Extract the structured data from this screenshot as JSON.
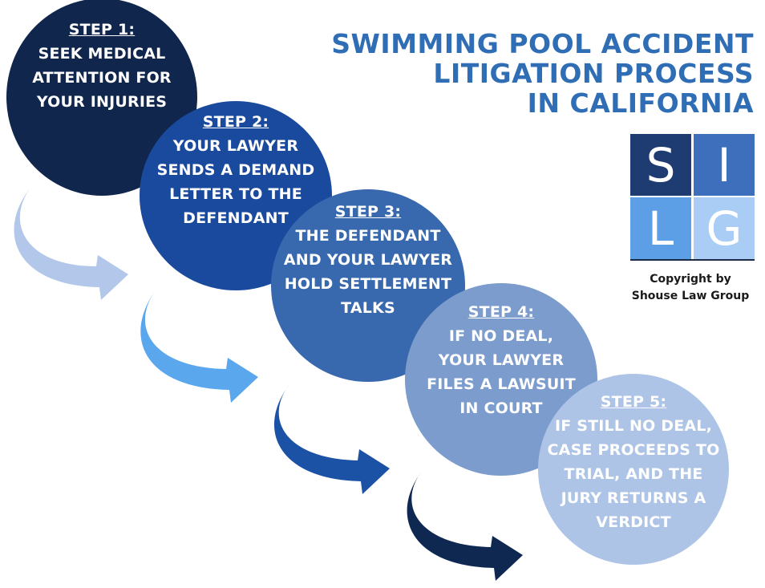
{
  "title": {
    "lines": [
      "SWIMMING POOL ACCIDENT",
      "LITIGATION PROCESS",
      "IN CALIFORNIA"
    ]
  },
  "logo": {
    "letters": [
      "S",
      "I",
      "L",
      "G"
    ]
  },
  "copyright": {
    "lines": [
      "Copyright by",
      "Shouse Law Group"
    ]
  },
  "steps": [
    {
      "heading": "STEP 1:",
      "lines": [
        "SEEK MEDICAL",
        "ATTENTION FOR",
        "YOUR INJURIES"
      ],
      "color": "#10264d"
    },
    {
      "heading": "STEP 2:",
      "lines": [
        "YOUR LAWYER",
        "SENDS A DEMAND",
        "LETTER TO THE",
        "DEFENDANT"
      ],
      "color": "#1a4a9e"
    },
    {
      "heading": "STEP 3:",
      "lines": [
        "THE DEFENDANT",
        "AND YOUR LAWYER",
        "HOLD SETTLEMENT",
        "TALKS"
      ],
      "color": "#3868ad"
    },
    {
      "heading": "STEP 4:",
      "lines": [
        "IF NO DEAL,",
        "YOUR LAWYER",
        "FILES A LAWSUIT",
        "IN COURT"
      ],
      "color": "#7b9ccc"
    },
    {
      "heading": "STEP 5:",
      "lines": [
        "IF STILL NO DEAL,",
        "CASE PROCEEDS TO",
        "TRIAL, AND THE",
        "JURY RETURNS A",
        "VERDICT"
      ],
      "color": "#adc4e6"
    }
  ],
  "arrows": [
    {
      "color": "#b2c7ea"
    },
    {
      "color": "#5aa7ee"
    },
    {
      "color": "#1b52a5"
    },
    {
      "color": "#0f2852"
    }
  ]
}
